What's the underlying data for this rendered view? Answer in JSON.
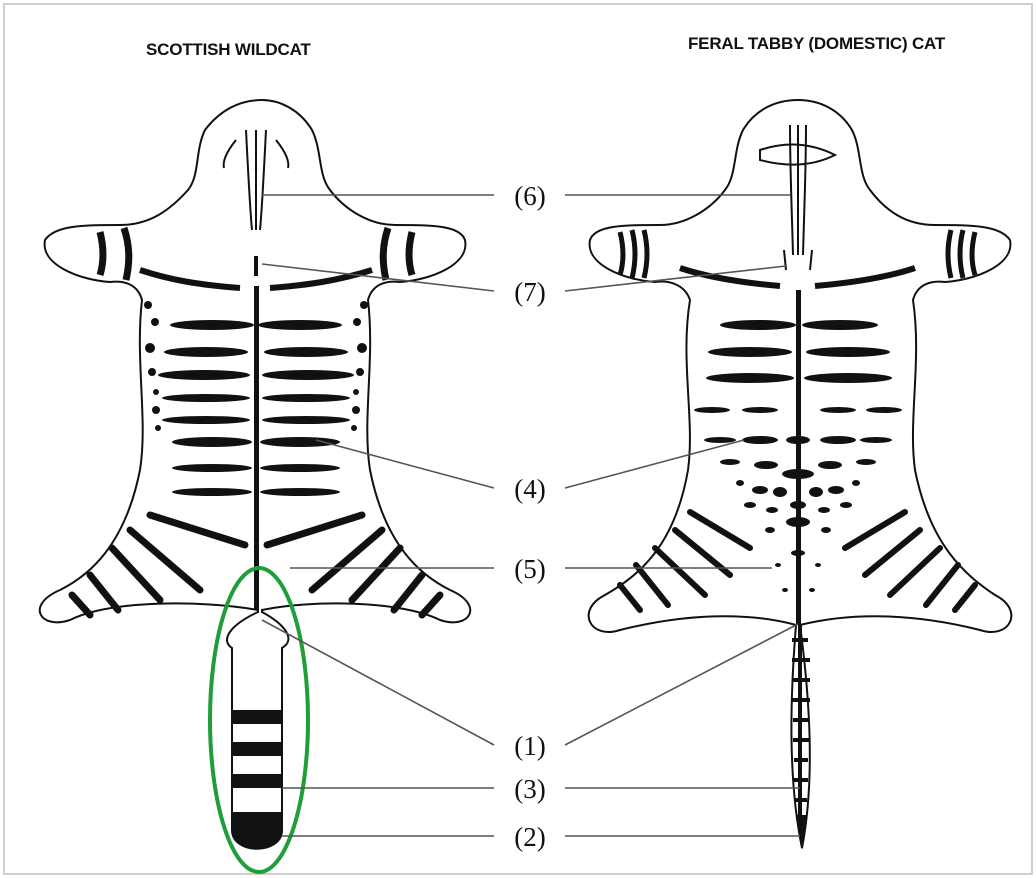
{
  "titles": {
    "left": "SCOTTISH WILDCAT",
    "right": "FERAL TABBY (DOMESTIC) CAT"
  },
  "labels": [
    "(6)",
    "(7)",
    "(4)",
    "(5)",
    "(1)",
    "(3)",
    "(2)"
  ],
  "colors": {
    "stroke": "#111111",
    "highlight": "#1f9e3a",
    "leader": "#555555"
  }
}
